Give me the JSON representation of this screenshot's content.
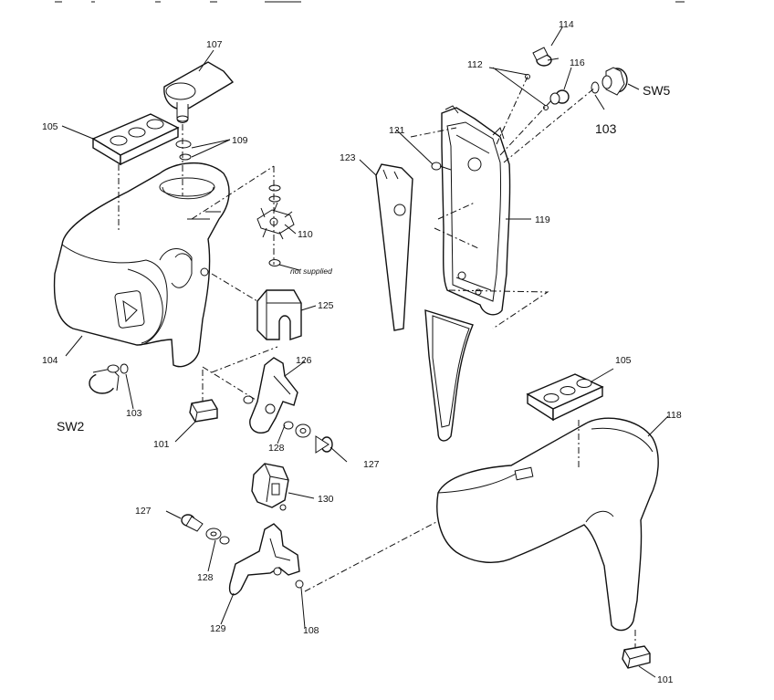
{
  "parts": {
    "p101a": "101",
    "p101b": "101",
    "p103a": "103",
    "p103b": "103",
    "p104": "104",
    "p105a": "105",
    "p105b": "105",
    "p107": "107",
    "p108": "108",
    "p109": "109",
    "p110": "110",
    "p112": "112",
    "p114": "114",
    "p116": "116",
    "p118": "118",
    "p119": "119",
    "p121": "121",
    "p123": "123",
    "p125": "125",
    "p126": "126",
    "p127a": "127",
    "p127b": "127",
    "p128a": "128",
    "p128b": "128",
    "p129": "129",
    "p130": "130",
    "sw2": "SW2",
    "sw5": "SW5"
  },
  "notes": {
    "not_supplied": "not supplied"
  }
}
